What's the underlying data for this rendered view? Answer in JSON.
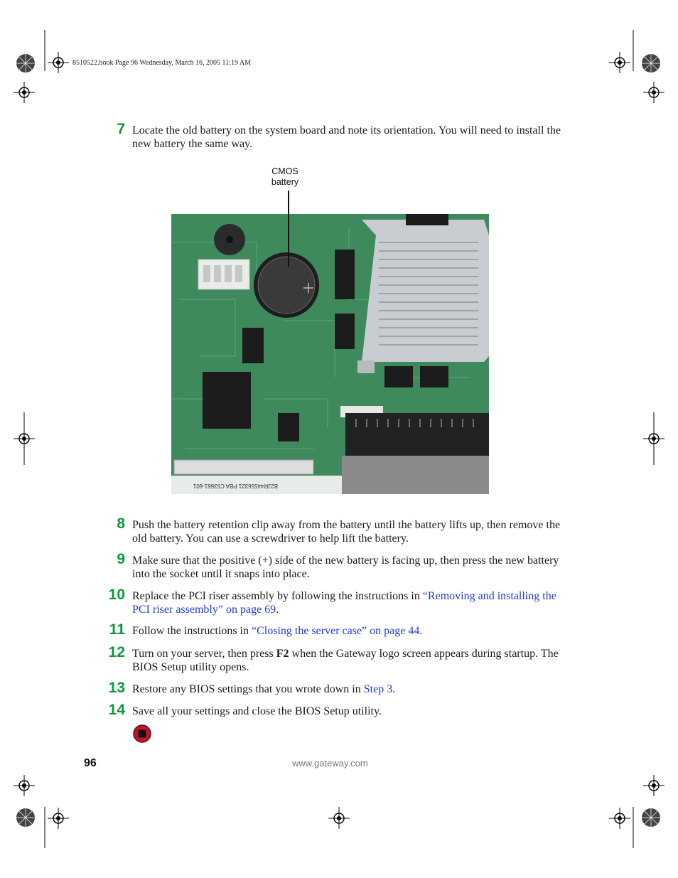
{
  "slug_line": "8510522.book  Page 96  Wednesday, March 16, 2005  11:19 AM",
  "figure": {
    "callout_line1": "CMOS",
    "callout_line2": "battery",
    "board_silkscreen": "B2JR44556321   PBA   C53661-601"
  },
  "steps": [
    {
      "num": "7",
      "text": "Locate the old battery on the system board and note its orientation. You will need to install the new battery the same way."
    },
    {
      "num": "8",
      "text": "Push the battery retention clip away from the battery until the battery lifts up, then remove the old battery. You can use a screwdriver to help lift the battery."
    },
    {
      "num": "9",
      "text": "Make sure that the positive (+) side of the new battery is facing up, then press the new battery into the socket until it snaps into place."
    },
    {
      "num": "10",
      "pre": "Replace the PCI riser assembly by following the instructions in ",
      "link": "“Removing and installing the PCI riser assembly” on page 69",
      "post": "."
    },
    {
      "num": "11",
      "pre": "Follow the instructions in ",
      "link": "“Closing the server case” on page 44.",
      "post": ""
    },
    {
      "num": "12",
      "pre": "Turn on your server, then press ",
      "bold": "F2",
      "post": " when the Gateway logo screen appears during startup. The BIOS Setup utility opens."
    },
    {
      "num": "13",
      "pre": "Restore any BIOS settings that you wrote down in ",
      "link": "Step 3",
      "post": "."
    },
    {
      "num": "14",
      "text": "Save all your settings and close the BIOS Setup utility."
    }
  ],
  "footer": {
    "page_number": "96",
    "url": "www.gateway.com"
  },
  "colors": {
    "step_number": "#0a9a3a",
    "link": "#1f3bd6",
    "stop_icon": "#c8102e",
    "board_green": "#3f8a5c"
  },
  "icons": [
    "registration-mark-icon",
    "color-wheel-icon",
    "stop-icon"
  ]
}
